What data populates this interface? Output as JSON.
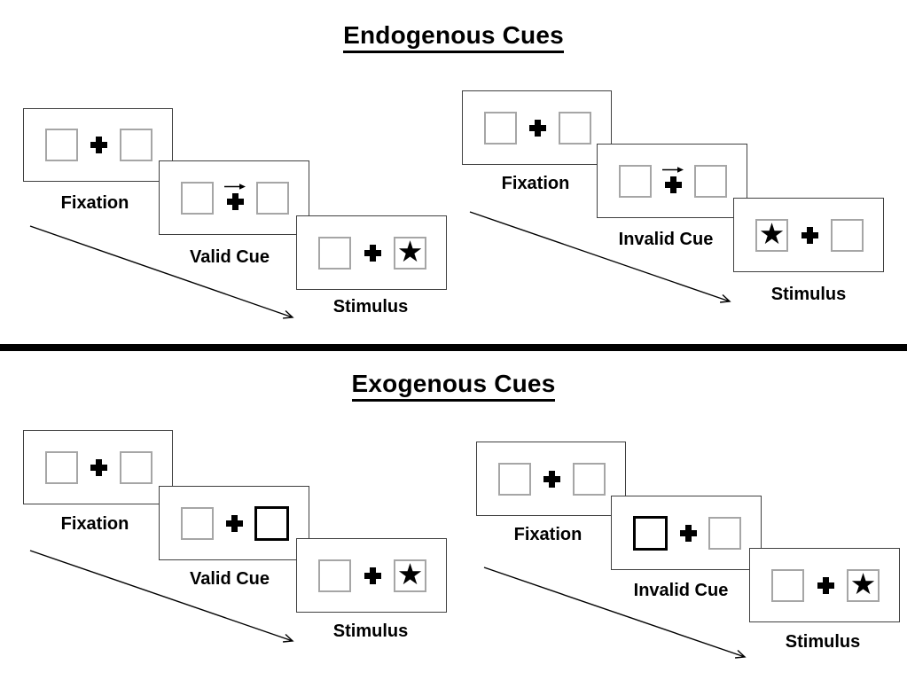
{
  "figure": {
    "type": "experimental-paradigm-diagram",
    "description_terms": [
      "Fixation",
      "Cue",
      "Stimulus"
    ]
  },
  "colors": {
    "ink": "#000000",
    "card_border": "#404040",
    "box_border": "#a6a6a6",
    "cue_box_border": "#000000",
    "background": "#ffffff"
  },
  "glyphs": {
    "star": "★",
    "fixation_cross": "+",
    "cue_arrow": "→"
  },
  "sections": [
    {
      "title": "Endogenous Cues",
      "panels": [
        {
          "name": "valid-trial",
          "steps": [
            {
              "kind": "fixation",
              "label": "Fixation"
            },
            {
              "kind": "arrow-cue",
              "label": "Valid Cue",
              "cue_direction": "right"
            },
            {
              "kind": "stimulus",
              "label": "Stimulus",
              "star_side": "right"
            }
          ]
        },
        {
          "name": "invalid-trial",
          "steps": [
            {
              "kind": "fixation",
              "label": "Fixation"
            },
            {
              "kind": "arrow-cue",
              "label": "Invalid Cue",
              "cue_direction": "right"
            },
            {
              "kind": "stimulus",
              "label": "Stimulus",
              "star_side": "left"
            }
          ]
        }
      ]
    },
    {
      "title": "Exogenous Cues",
      "panels": [
        {
          "name": "valid-trial",
          "steps": [
            {
              "kind": "fixation",
              "label": "Fixation"
            },
            {
              "kind": "box-cue",
              "label": "Valid Cue",
              "highlighted_box": "right"
            },
            {
              "kind": "stimulus",
              "label": "Stimulus",
              "star_side": "right"
            }
          ]
        },
        {
          "name": "invalid-trial",
          "steps": [
            {
              "kind": "fixation",
              "label": "Fixation"
            },
            {
              "kind": "box-cue",
              "label": "Invalid Cue",
              "highlighted_box": "left"
            },
            {
              "kind": "stimulus",
              "label": "Stimulus",
              "star_side": "right"
            }
          ]
        }
      ]
    }
  ]
}
